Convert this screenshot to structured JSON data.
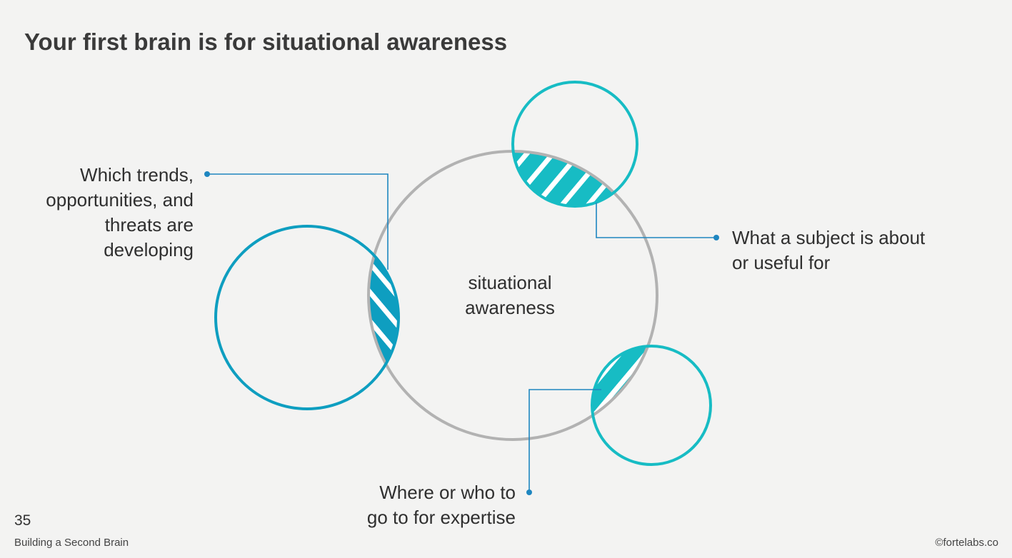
{
  "title": "Your first brain is for situational awareness",
  "center": {
    "lines": [
      "situational",
      "awareness"
    ]
  },
  "callouts": {
    "left": {
      "lines": [
        "Which trends,",
        "opportunities, and",
        "threats are",
        "developing"
      ]
    },
    "right": {
      "lines": [
        "What a subject is about",
        "or useful for"
      ]
    },
    "bottom": {
      "lines": [
        "Where or who to",
        "go to for expertise"
      ]
    }
  },
  "footer": {
    "page_number": "35",
    "course": "Building a Second Brain",
    "copyright": "©fortelabs.co"
  },
  "colors": {
    "central_circle": "#b2b2b2",
    "left_circle": "#0e9ec0",
    "teal_circles": "#17bcc4",
    "leader_lines": "#1e86c0"
  }
}
